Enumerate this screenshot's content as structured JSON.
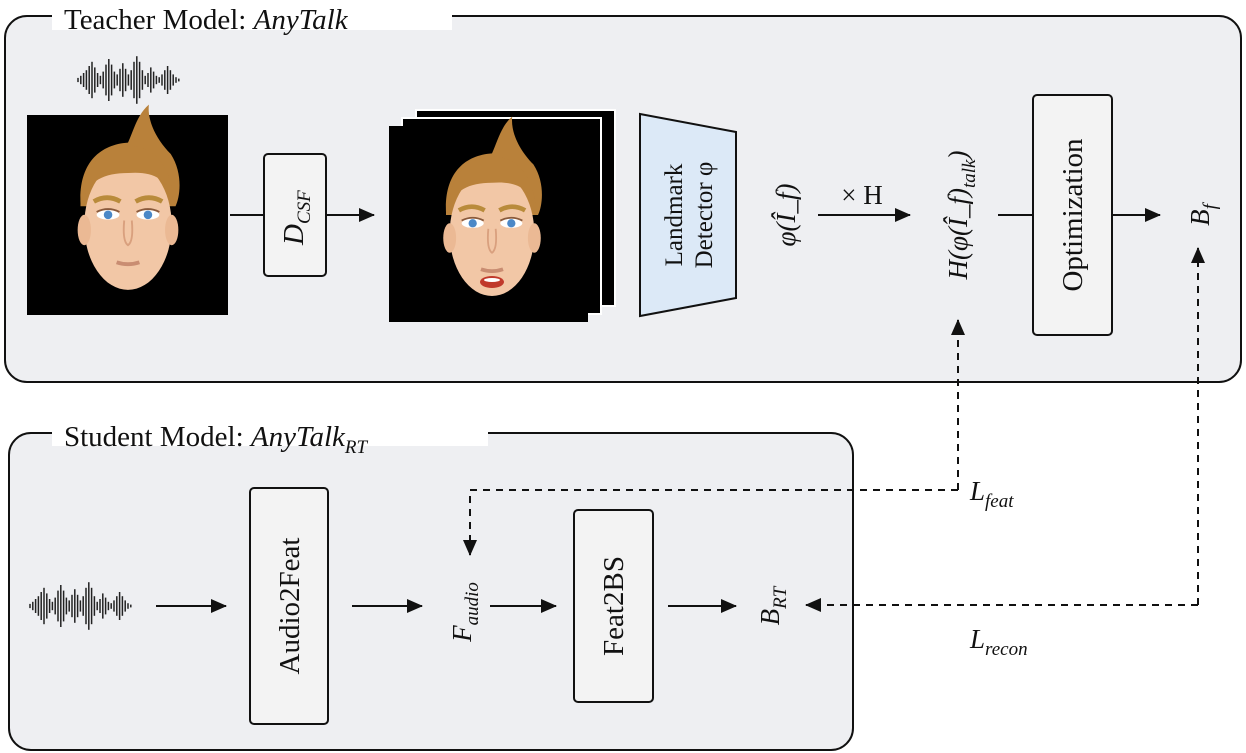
{
  "teacher": {
    "title_prefix": "Teacher Model: ",
    "title_model": "AnyTalk",
    "discriminator": {
      "main": "D",
      "sub": "CSF"
    },
    "landmark_detector": {
      "line1": "Landmark",
      "line2": "Detector φ"
    },
    "phi_output": "φ(Î_f)",
    "times_h": "× H",
    "h_output": {
      "main": "H(φ(Î_f)",
      "sub": "talk",
      "close": ")"
    },
    "optimization": "Optimization",
    "b_f": {
      "main": "B",
      "sub": "f"
    }
  },
  "student": {
    "title_prefix": "Student Model: ",
    "title_model": "AnyTalk",
    "title_sub": "RT",
    "audio2feat": "Audio2Feat",
    "f_audio": {
      "main": "F",
      "sub": "audio"
    },
    "feat2bs": "Feat2BS",
    "b_rt": {
      "main": "B",
      "sub": "RT"
    }
  },
  "losses": {
    "feat": {
      "main": "L",
      "sub": "feat"
    },
    "recon": {
      "main": "L",
      "sub": "recon"
    }
  },
  "colors": {
    "panel_fill": "#eeeff2",
    "landmark_fill": "#dce9f7",
    "box_fill": "#f3f3f3",
    "stroke": "#111111"
  }
}
